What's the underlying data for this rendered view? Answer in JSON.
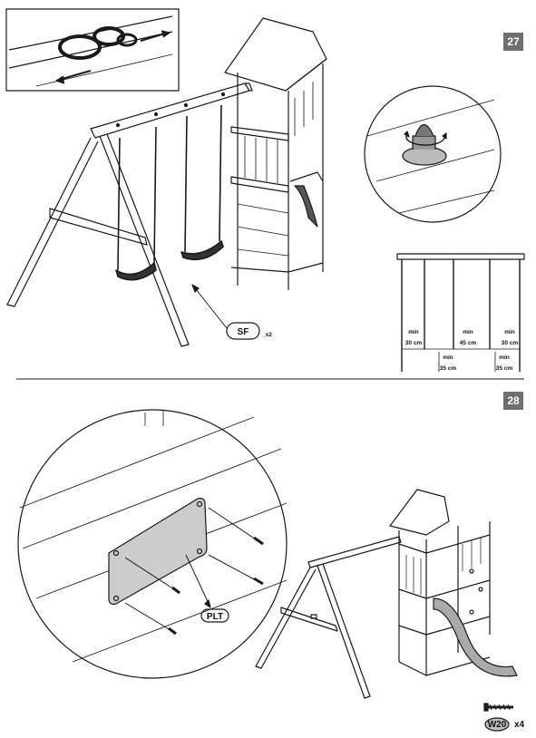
{
  "steps": [
    {
      "number": "27"
    },
    {
      "number": "28"
    }
  ],
  "step27": {
    "part_label": "SF",
    "part_qty": "_x2",
    "clearance": {
      "min_word": "min",
      "left_side": "30 cm",
      "between_swings": "45 cm",
      "right_side": "30 cm",
      "ground_left": "35 cm",
      "ground_right": "35 cm"
    }
  },
  "step28": {
    "plate_label": "PLT",
    "screw_label": "W20",
    "screw_qty": "x4"
  },
  "colors": {
    "badge": "#6f6f6f",
    "plate": "#cccccc",
    "line": "#1a1a1a"
  }
}
